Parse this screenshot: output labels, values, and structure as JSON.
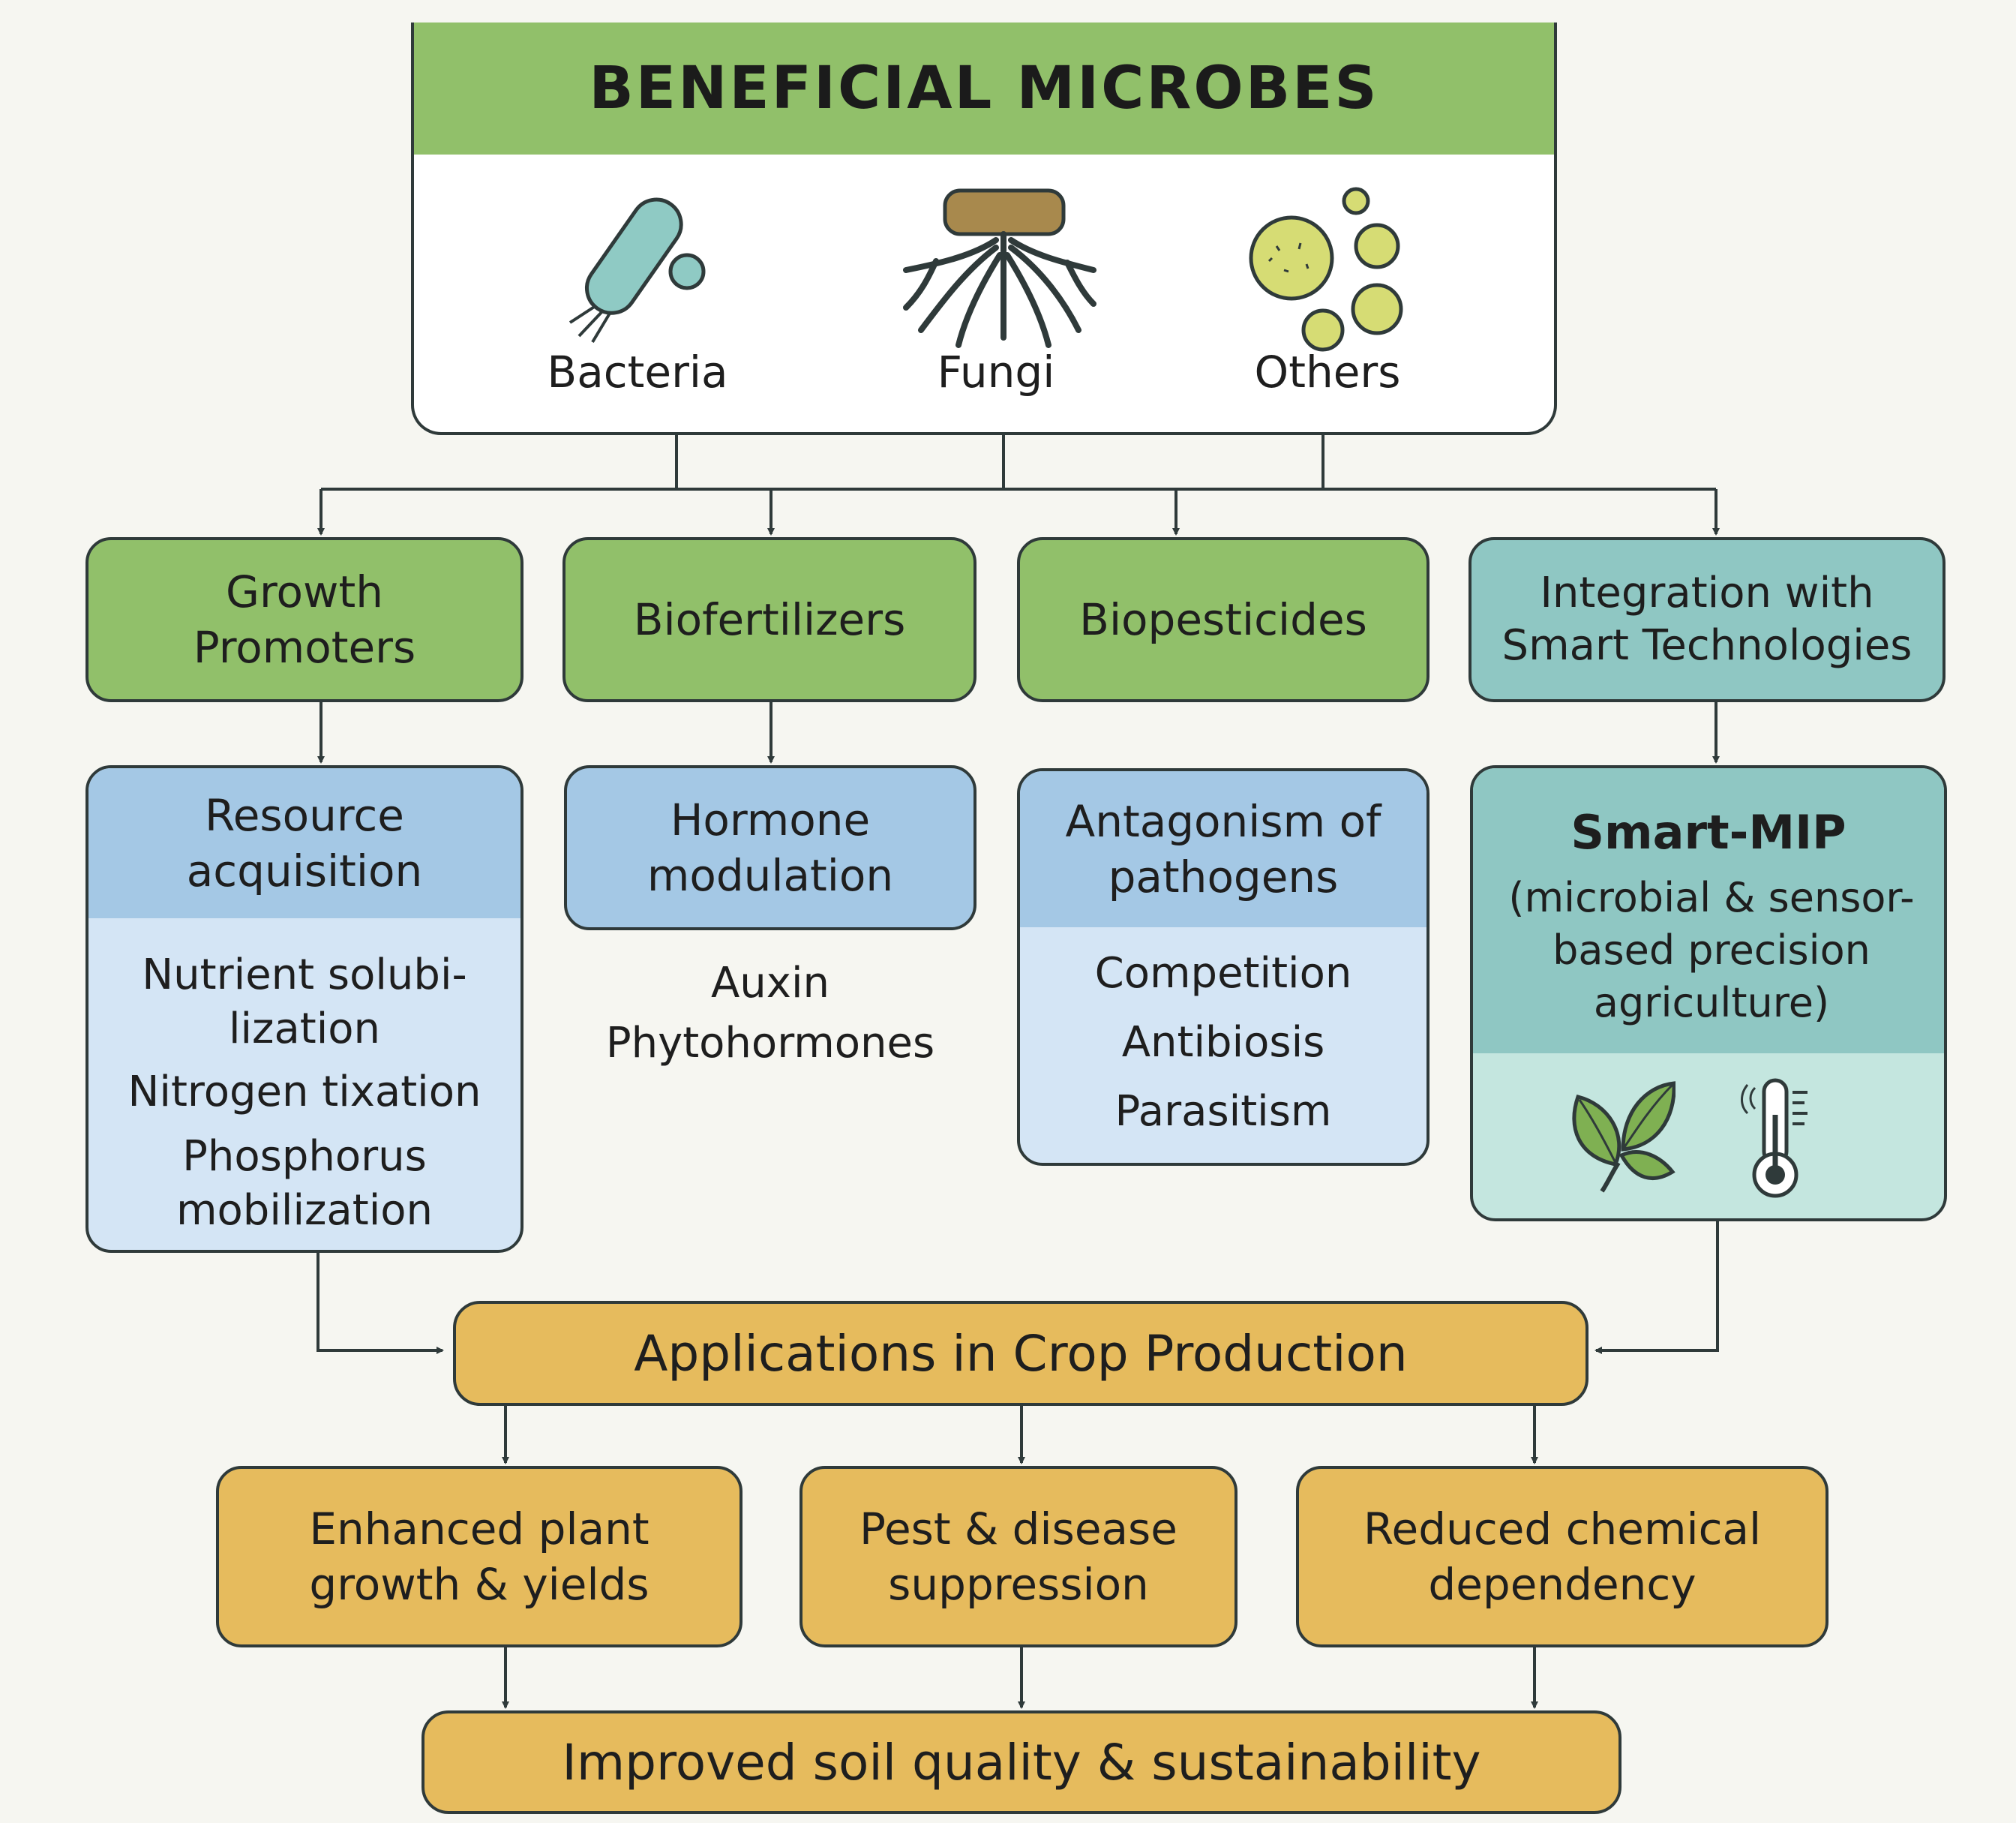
{
  "title": "BENEFICIAL MICROBES",
  "microbes": [
    {
      "label": "Bacteria",
      "icon": "bacteria-icon"
    },
    {
      "label": "Fungi",
      "icon": "fungi-icon"
    },
    {
      "label": "Others",
      "icon": "others-icon"
    }
  ],
  "categories": [
    {
      "label": "Growth Promoters",
      "mechanism": "Resource acquisition",
      "details": [
        "Nutrient solubi-",
        "lization",
        "Nitrogen tixation",
        "Phosphorus",
        "mobilization"
      ]
    },
    {
      "label": "Biofertilizers",
      "mechanism": "Hormone modulation",
      "details": [
        "Auxin",
        "Phytohormones"
      ]
    },
    {
      "label": "Biopesticides",
      "mechanism": "Antagonism of pathogens",
      "details": [
        "Competition",
        "Antibiosis",
        "Parasitism"
      ]
    },
    {
      "label": "Integration with Smart Technologies",
      "mechanism_title": "Smart-MIP",
      "mechanism_desc": "(microbial & sensor-based precision agriculture)",
      "icons": [
        "leaf-icon",
        "thermometer-icon"
      ]
    }
  ],
  "applications": "Applications in Crop Production",
  "outcomes": [
    "Enhanced plant growth & yields",
    "Pest & disease suppression",
    "Reduced chemical dependency"
  ],
  "final": "Improved soil quality & sustainability",
  "colors": {
    "green": "#91c06a",
    "teal": "#8fc7c3",
    "blue": "#a4c8e5",
    "light_blue": "#d4e5f5",
    "gold": "#e6bb5d",
    "outline": "#2f3a3a"
  }
}
